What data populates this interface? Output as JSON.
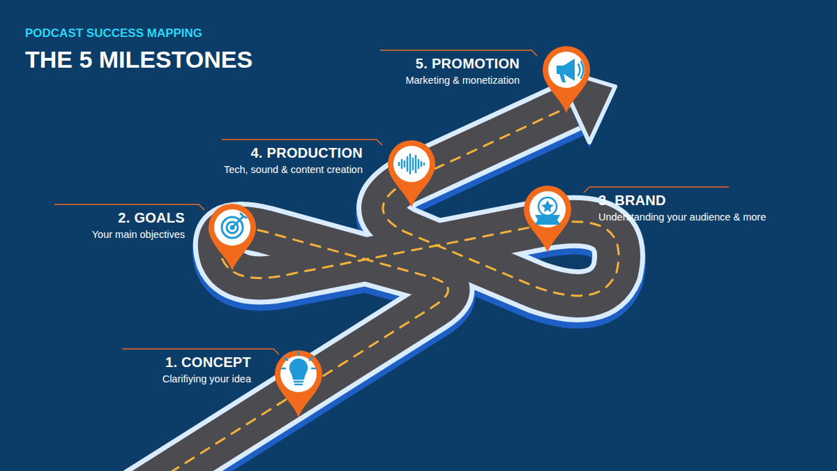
{
  "diagram": {
    "title": "THE 5 MILESTONES",
    "nodes": [
      {
        "text": [
          "1.  CONCEPT",
          "Clarifiying your idea"
        ]
      },
      {
        "text": [
          "2. GOALS",
          "Your main objectives"
        ]
      },
      {
        "text": [
          "3. BRAND",
          "Understanding your audience & more"
        ]
      },
      {
        "text": [
          "4. PRODUCTION",
          "Tech, sound & content creation"
        ]
      },
      {
        "text": [
          "5. PROMOTION",
          "Marketing & monetization"
        ]
      }
    ],
    "labels": [
      "PODCAST SUCCESS MAPPING"
    ]
  }
}
